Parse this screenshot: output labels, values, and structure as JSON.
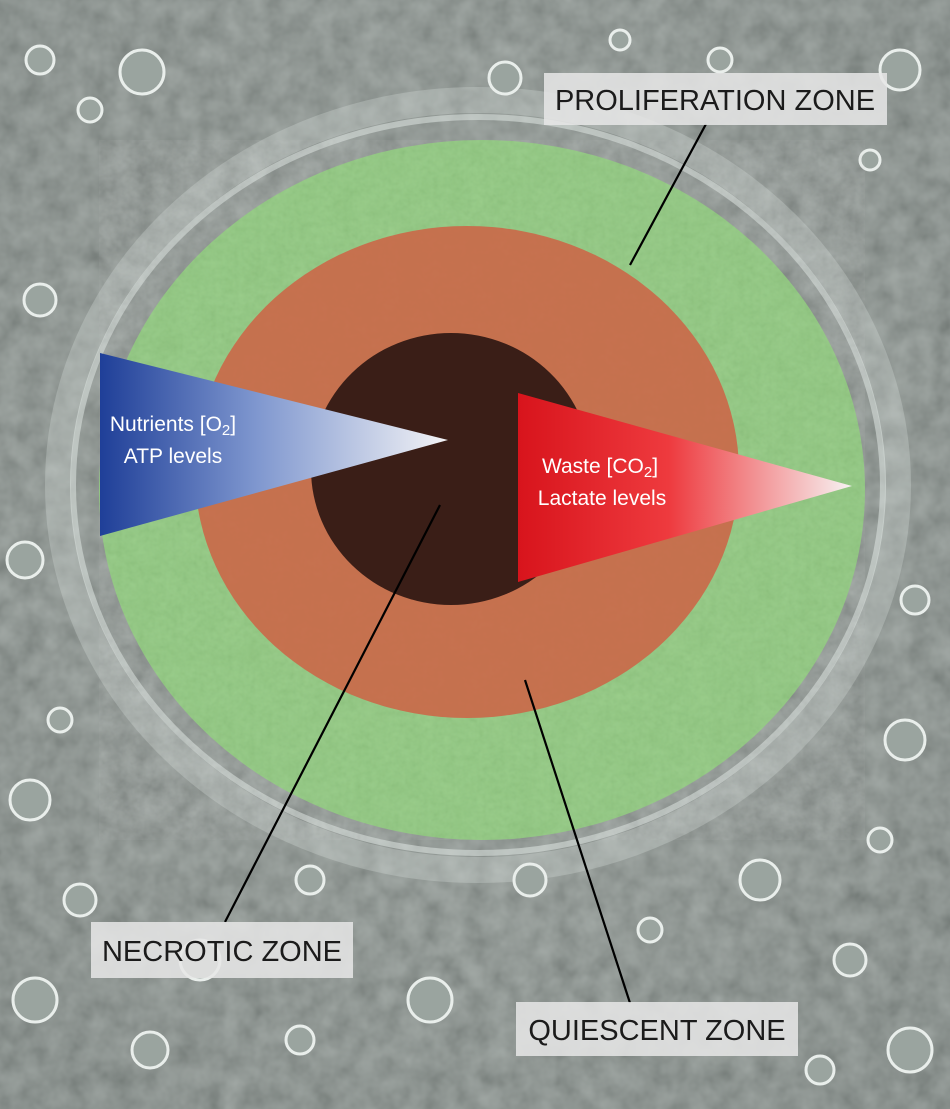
{
  "zones": {
    "proliferation": {
      "label": "PROLIFERATION ZONE",
      "color": "#8fd27a"
    },
    "quiescent": {
      "label": "QUIESCENT ZONE",
      "color": "#c96a4a"
    },
    "necrotic": {
      "label": "NECROTIC ZONE",
      "color": "#3a1e17"
    }
  },
  "gradients": {
    "nutrients": {
      "line1": "Nutrients [O",
      "sub1": "2",
      "line1_end": "]",
      "line2": "ATP levels",
      "color": "#1f3f98"
    },
    "waste": {
      "line1": "Waste [CO",
      "sub1": "2",
      "line1_end": "]",
      "line2": "Lactate levels",
      "color": "#e0151c"
    }
  },
  "background_color": "#7f8a84"
}
